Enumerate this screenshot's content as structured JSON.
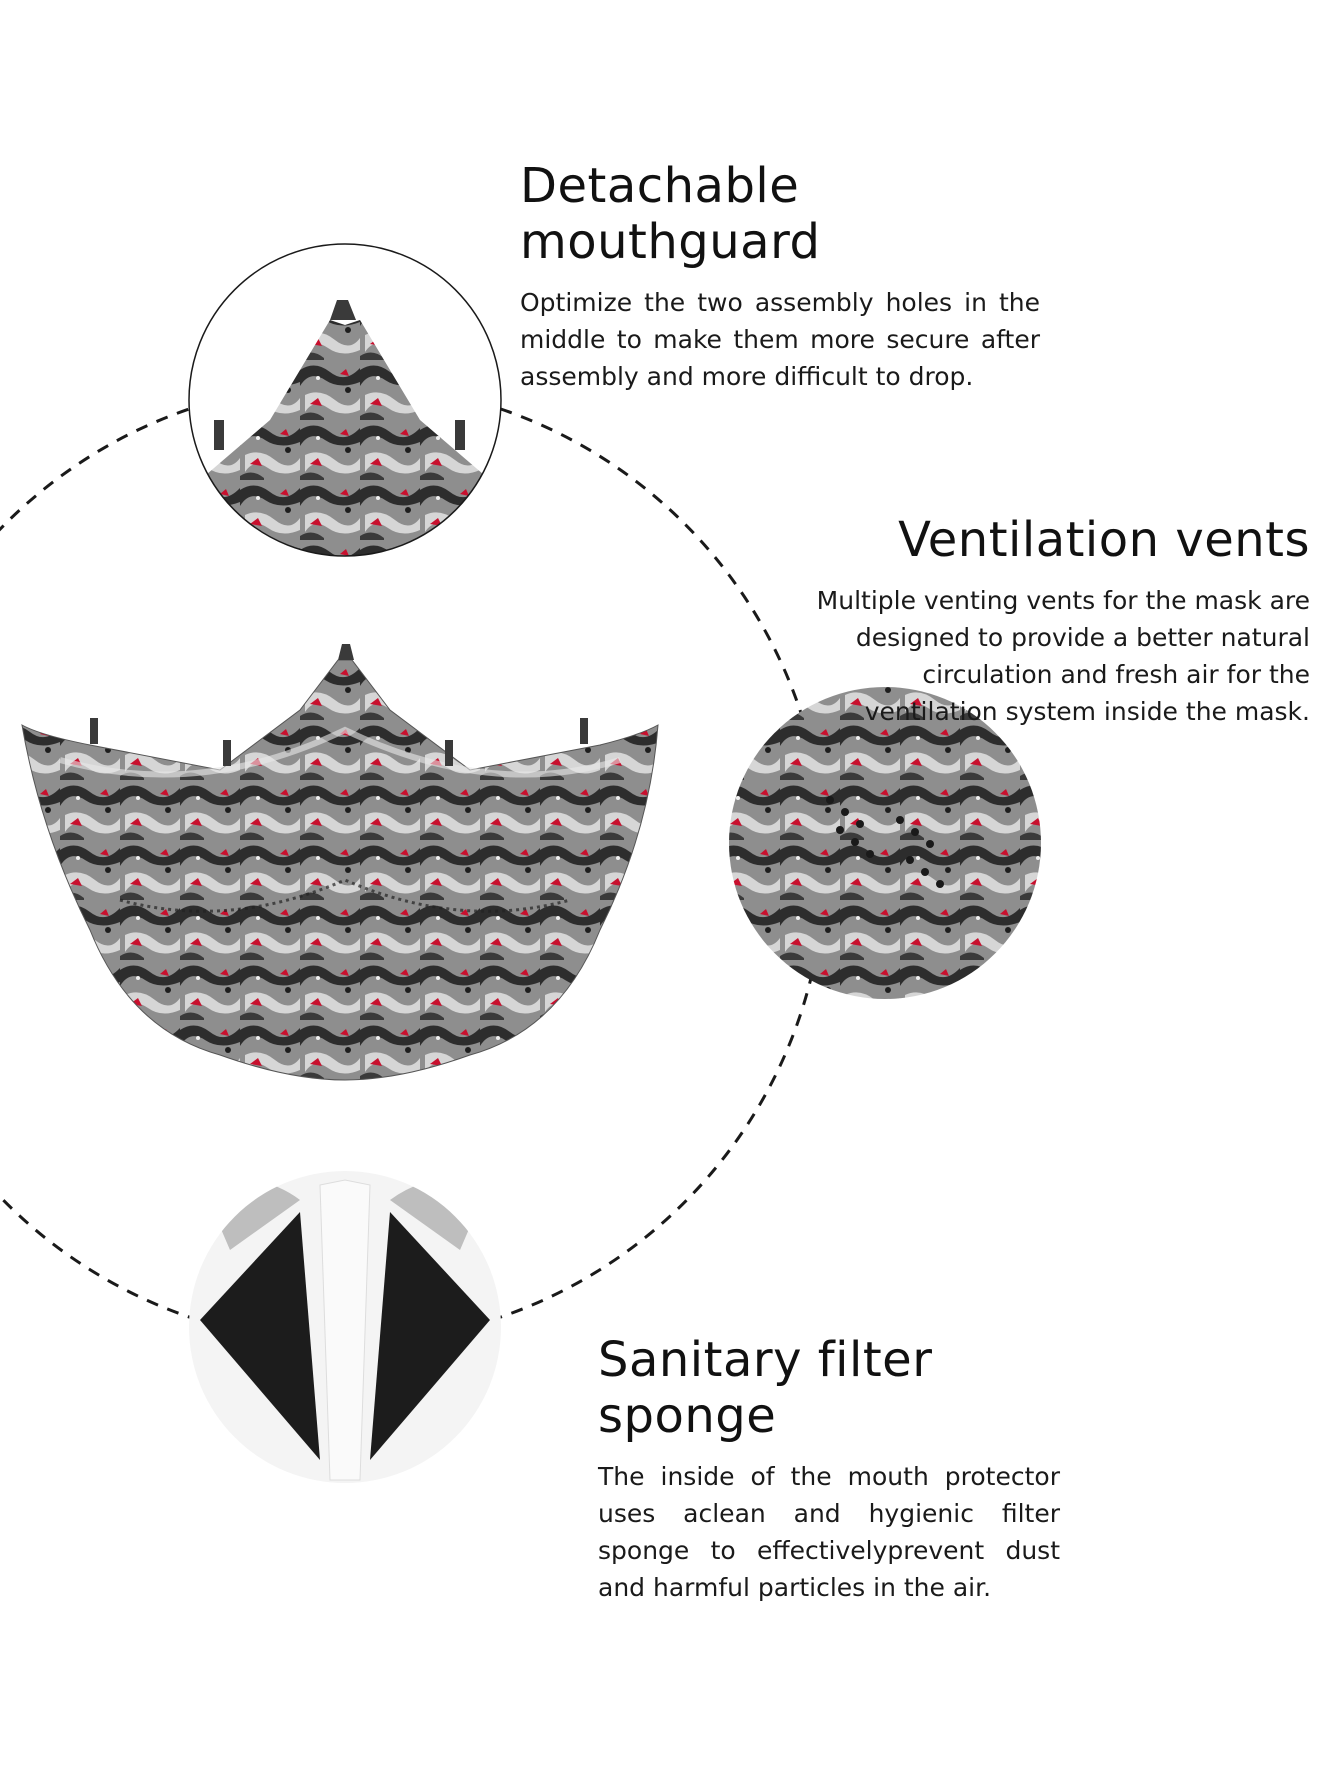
{
  "features": [
    {
      "title": "Detachable mouthguard",
      "description": "Optimize the two assembly holes in the middle to make them more secure after assembly and more difficult to drop."
    },
    {
      "title": "Ventilation vents",
      "description": "Multiple venting vents for the mask are designed to provide a better natural circulation and fresh air for the ventilation system inside the mask."
    },
    {
      "title": "Sanitary filter sponge",
      "description": "The inside of the mouth protector uses aclean and hygienic filter sponge to effectivelyprevent dust and harmful particles in the air."
    }
  ],
  "colors": {
    "background": "#ffffff",
    "text": "#111111",
    "mask_dark": "#2b2b2b",
    "mask_mid": "#8a8a8a",
    "mask_light": "#d9d9d9",
    "accent_red": "#c8102e",
    "sponge": "#1c1c1c"
  }
}
